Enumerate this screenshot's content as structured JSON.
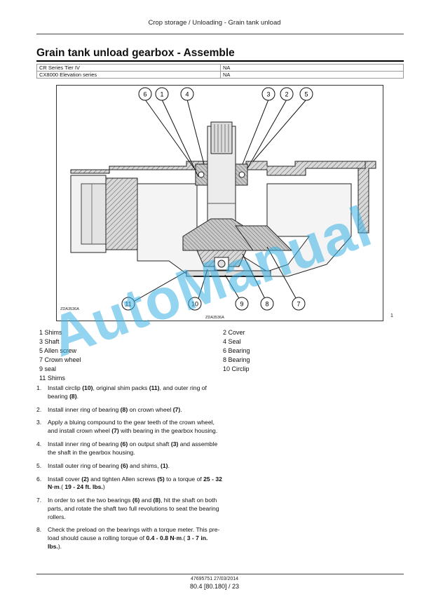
{
  "header": {
    "running_title": "Crop storage / Unloading - Grain tank unload"
  },
  "title": "Grain tank unload gearbox - Assemble",
  "applicability": [
    {
      "series": "CR Series Tier IV",
      "value": "NA"
    },
    {
      "series": "CX8000 Elevation series",
      "value": "NA"
    }
  ],
  "figure": {
    "callouts": [
      "6",
      "1",
      "4",
      "3",
      "2",
      "5",
      "11",
      "10",
      "9",
      "8",
      "7"
    ],
    "codes": [
      "ZDA3536A",
      "ZDA3536A"
    ],
    "fig_number": "1"
  },
  "legend": {
    "left": [
      "1 Shims",
      "3 Shaft",
      "5 Allen screw",
      "7 Crown wheel",
      "9 seal",
      "11 Shims"
    ],
    "right": [
      "2 Cover",
      "4 Seal",
      "6 Bearing",
      "8 Bearing",
      "10 Circlip"
    ]
  },
  "steps": [
    {
      "num": "1.",
      "parts": [
        [
          "Install circlip ",
          false
        ],
        [
          "(10)",
          true
        ],
        [
          ", original shim packs ",
          false
        ],
        [
          "(11)",
          true
        ],
        [
          ", and outer ring of bearing ",
          false
        ],
        [
          "(8)",
          true
        ],
        [
          ".",
          false
        ]
      ]
    },
    {
      "num": "2.",
      "parts": [
        [
          "Install inner ring of bearing ",
          false
        ],
        [
          "(8)",
          true
        ],
        [
          " on crown wheel ",
          false
        ],
        [
          "(7)",
          true
        ],
        [
          ".",
          false
        ]
      ]
    },
    {
      "num": "3.",
      "parts": [
        [
          "Apply a bluing compound to the gear teeth of the crown wheel, and install crown wheel ",
          false
        ],
        [
          "(7)",
          true
        ],
        [
          " with bearing in the gearbox housing.",
          false
        ]
      ]
    },
    {
      "num": "4.",
      "parts": [
        [
          "Install inner ring of bearing ",
          false
        ],
        [
          "(6)",
          true
        ],
        [
          " on output shaft ",
          false
        ],
        [
          "(3)",
          true
        ],
        [
          " and assemble the shaft in the gearbox housing.",
          false
        ]
      ]
    },
    {
      "num": "5.",
      "parts": [
        [
          "Install outer ring of bearing ",
          false
        ],
        [
          "(6)",
          true
        ],
        [
          " and shims, ",
          false
        ],
        [
          "(1)",
          true
        ],
        [
          ".",
          false
        ]
      ]
    },
    {
      "num": "6.",
      "parts": [
        [
          "Install cover ",
          false
        ],
        [
          "(2)",
          true
        ],
        [
          " and tighten Allen screws ",
          false
        ],
        [
          "(5)",
          true
        ],
        [
          " to a torque of ",
          false
        ],
        [
          "25 - 32 N·m",
          true
        ],
        [
          ".( ",
          false
        ],
        [
          "19 - 24 ft. lbs.",
          true
        ],
        [
          ")",
          false
        ]
      ]
    },
    {
      "num": "7.",
      "parts": [
        [
          "In order to set the two bearings ",
          false
        ],
        [
          "(6)",
          true
        ],
        [
          " and ",
          false
        ],
        [
          "(8)",
          true
        ],
        [
          ", hit the shaft on both parts, and rotate the shaft two full revolutions to seat the bearing rollers.",
          false
        ]
      ]
    },
    {
      "num": "8.",
      "parts": [
        [
          "Check the preload on the bearings with a torque meter. This pre-load should cause a rolling torque of ",
          false
        ],
        [
          "0.4 - 0.8 N·m",
          true
        ],
        [
          ".( ",
          false
        ],
        [
          "3 - 7 in. lbs.",
          true
        ],
        [
          ").",
          false
        ]
      ]
    }
  ],
  "footer": {
    "doc_code": "47695751 27/03/2014",
    "page": "80.4 [80.180] / 23"
  },
  "watermark": "AutoManual"
}
